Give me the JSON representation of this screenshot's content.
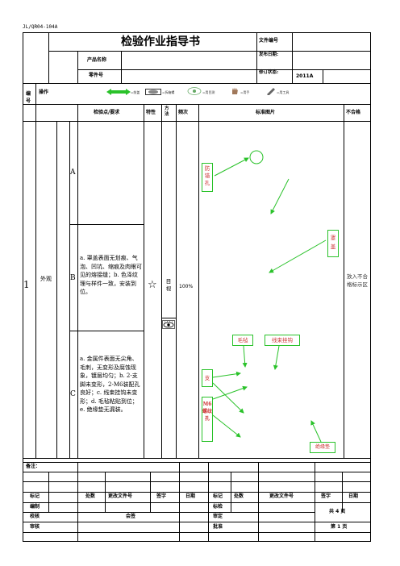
{
  "doc_code": "JL/QR04-104A",
  "header": {
    "title": "检验作业指导书",
    "doc_no_label": "文件编号",
    "product_name_label": "产品名称",
    "part_no_label": "零件号",
    "release_date_label": "发布日期:",
    "revision_label": "修订状态:",
    "revision_value": "2011A"
  },
  "operation": {
    "number_label": "编号",
    "operation_label": "操作",
    "legend": [
      "=前盖",
      "=拆箱螺",
      "=用目测",
      "=用手",
      "=用工具"
    ]
  },
  "columns": {
    "checkpoint": "检验点/要求",
    "characteristic": "特性",
    "method": "方法",
    "frequency": "频次",
    "standard_picture": "标准图片",
    "nonconforming": "不合格"
  },
  "item": {
    "number": "1",
    "name": "外观",
    "symbol": "☆",
    "method": "目视",
    "frequency": "100%",
    "nonconforming_action": "放入不合格标示区",
    "rows": [
      {
        "letter": "A",
        "text": ""
      },
      {
        "letter": "B",
        "text": "a. 罩盖表面无划痕、气泡、凹坑、缩痕及肉眼可见的熔接缝；b. 色泽纹理与样件一致，安装到位。"
      },
      {
        "letter": "C",
        "text": "a. 金属件表面无尖角、毛刺，无变形及腐蚀现象，镀层均匀；b. 2-支脚未变形，2-M6装配孔良好；c. 线束挂钩未变形；d. 毛毡粘贴到位；e. 绝缘垫无漏装。"
      }
    ]
  },
  "annotations": {
    "a_hole": "防错孔",
    "b_cover": "罩盖",
    "c_felt": "毛毡",
    "c_hook": "线束挂钩",
    "c_support": "支",
    "c_thread": "M6螺纹孔",
    "c_pad": "绝缘垫"
  },
  "remarks_label": "备注：",
  "footer": {
    "headers": [
      "标记",
      "处数",
      "更改文件号",
      "签字",
      "日期",
      "标记",
      "处数",
      "更改文件号",
      "签字",
      "日期"
    ],
    "prepared": "编制",
    "proofread": "校核",
    "reviewed": "审核",
    "countersign": "会签",
    "standardized": "标检",
    "approved_check": "审定",
    "approved": "批准",
    "total_pages": "共 4 页",
    "page_no": "第 1 页"
  }
}
